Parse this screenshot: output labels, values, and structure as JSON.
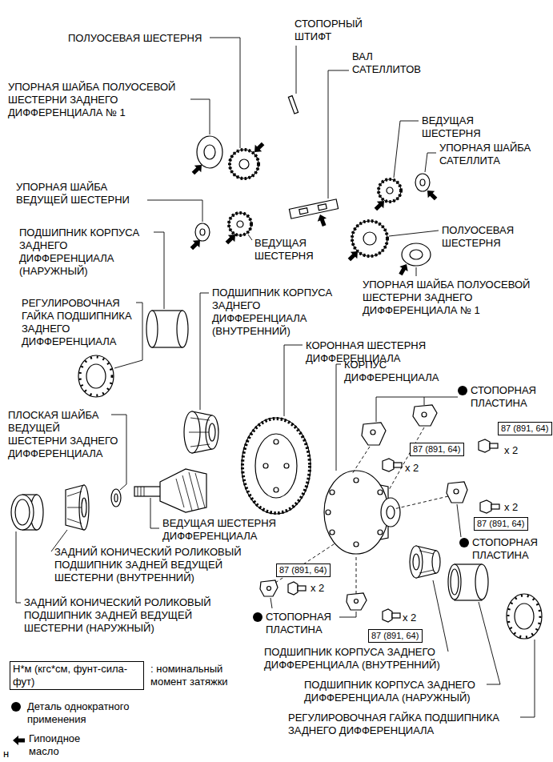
{
  "diagram": {
    "nodes": [
      {
        "text": [
          "87 (891, 64)"
        ]
      },
      {
        "text": [
          "87 (891, 64)"
        ]
      },
      {
        "text": [
          "87 (891, 64)"
        ]
      },
      {
        "text": [
          "87 (891, 64)"
        ]
      },
      {
        "text": [
          "87 (891, 64)"
        ]
      },
      {
        "text": [
          "Н*м (кгс*см, фунт-сила-фут)"
        ]
      }
    ],
    "labels": [
      "ПОЛУОСЕВАЯ ШЕСТЕРНЯ",
      "СТОПОРНЫЙ ШТИФТ",
      "ВАЛ САТЕЛЛИТОВ",
      "УПОРНАЯ ШАЙБА ПОЛУОСЕВОЙ ШЕСТЕРНИ ЗАДНЕГО ДИФФЕРЕНЦИАЛА № 1",
      "ВЕДУЩАЯ ШЕСТЕРНЯ",
      "УПОРНАЯ ШАЙБА САТЕЛЛИТА",
      "УПОРНАЯ ШАЙБА ВЕДУЩЕЙ ШЕСТЕРНИ",
      "ПОЛУОСЕВАЯ ШЕСТЕРНЯ",
      "ПОДШИПНИК КОРПУСА ЗАДНЕГО ДИФФЕРЕНЦИАЛА (НАРУЖНЫЙ)",
      "ВЕДУЩАЯ ШЕСТЕРНЯ",
      "УПОРНАЯ ШАЙБА ПОЛУОСЕВОЙ ШЕСТЕРНИ ЗАДНЕГО ДИФФЕРЕНЦИАЛА № 1",
      "ПОДШИПНИК КОРПУСА ЗАДНЕГО ДИФФЕРЕНЦИАЛА (ВНУТРЕННИЙ)",
      "РЕГУЛИРОВОЧНАЯ ГАЙКА ПОДШИПНИКА ЗАДНЕГО ДИФФЕРЕНЦИАЛА",
      "КОРОННАЯ ШЕСТЕРНЯ ДИФФЕРЕНЦИАЛА",
      "КОРПУС ДИФФЕРЕНЦИАЛА",
      "СТОПОРНАЯ ПЛАСТИНА",
      "ПЛОСКАЯ ШАЙБА ВЕДУЩЕЙ ШЕСТЕРНИ ЗАДНЕГО ДИФФЕРЕНЦИАЛА",
      "x 2",
      "x 2",
      "x 2",
      "ВЕДУЩАЯ ШЕСТЕРНЯ ДИФФЕРЕНЦИАЛА",
      "СТОПОРНАЯ ПЛАСТИНА",
      "ЗАДНИЙ КОНИЧЕСКИЙ РОЛИКОВЫЙ ПОДШИПНИК ЗАДНЕЙ ВЕДУЩЕЙ ШЕСТЕРНИ (ВНУТРЕННИЙ)",
      "x 2",
      "ЗАДНИЙ КОНИЧЕСКИЙ РОЛИКОВЫЙ ПОДШИПНИК ЗАДНЕЙ ВЕДУЩЕЙ ШЕСТЕРНИ (НАРУЖНЫЙ)",
      "x 2",
      "СТОПОРНАЯ ПЛАСТИНА",
      "ПОДШИПНИК КОРПУСА ЗАДНЕГО ДИФФЕРЕНЦИАЛА (ВНУТРЕННИЙ)",
      "ПОДШИПНИК КОРПУСА ЗАДНЕГО ДИФФЕРЕНЦИАЛА (НАРУЖНЫЙ)",
      "РЕГУЛИРОВОЧНАЯ ГАЙКА ПОДШИПНИКА ЗАДНЕГО ДИФФЕРЕНЦИАЛА",
      "н"
    ],
    "legend": [
      {
        "text": ": номинальный момент затяжки"
      },
      {
        "text": "Деталь однократного применения"
      },
      {
        "text": "Гипоидное масло"
      }
    ]
  }
}
